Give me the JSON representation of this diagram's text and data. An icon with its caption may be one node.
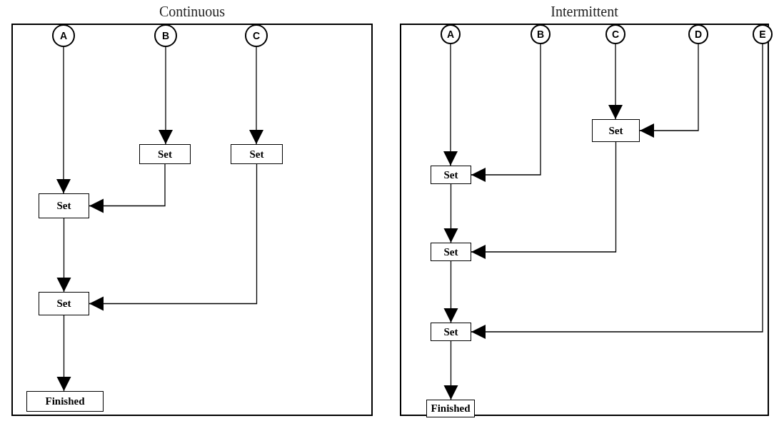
{
  "diagram": {
    "nodes": [
      {
        "text": [
          "Continuous"
        ]
      },
      {
        "text": [
          "A"
        ],
        "in": 0
      },
      {
        "text": [
          "B"
        ],
        "in": 0
      },
      {
        "text": [
          "C"
        ],
        "in": 0
      },
      {
        "text": [
          "Set"
        ],
        "in": 0
      },
      {
        "text": [
          "Set"
        ],
        "in": 0
      },
      {
        "text": [
          "Set"
        ],
        "in": 0
      },
      {
        "text": [
          "Set"
        ],
        "in": 0
      },
      {
        "text": [
          "Finished"
        ],
        "in": 0
      },
      {
        "text": [
          "Intermittent"
        ]
      },
      {
        "text": [
          "A"
        ],
        "in": 9
      },
      {
        "text": [
          "B"
        ],
        "in": 9
      },
      {
        "text": [
          "C"
        ],
        "in": 9
      },
      {
        "text": [
          "D"
        ],
        "in": 9
      },
      {
        "text": [
          "E"
        ],
        "in": 9
      },
      {
        "text": [
          "Set"
        ],
        "in": 9
      },
      {
        "text": [
          "Set"
        ],
        "in": 9
      },
      {
        "text": [
          "Set"
        ],
        "in": 9
      },
      {
        "text": [
          "Set"
        ],
        "in": 9
      },
      {
        "text": [
          "Finished"
        ],
        "in": 9
      }
    ],
    "edges": [
      {
        "from": 1,
        "to": 6,
        "arrow": "to"
      },
      {
        "from": 2,
        "to": 4,
        "arrow": "to"
      },
      {
        "from": 3,
        "to": 5,
        "arrow": "to"
      },
      {
        "from": 4,
        "to": 6,
        "arrow": "to"
      },
      {
        "from": 6,
        "to": 7,
        "arrow": "to"
      },
      {
        "from": 5,
        "to": 7,
        "arrow": "to"
      },
      {
        "from": 7,
        "to": 8,
        "arrow": "to"
      },
      {
        "from": 12,
        "to": 15,
        "arrow": "to"
      },
      {
        "from": 13,
        "to": 15,
        "arrow": "to"
      },
      {
        "from": 10,
        "to": 16,
        "arrow": "to"
      },
      {
        "from": 11,
        "to": 16,
        "arrow": "to"
      },
      {
        "from": 16,
        "to": 17,
        "arrow": "to"
      },
      {
        "from": 15,
        "to": 17,
        "arrow": "to"
      },
      {
        "from": 17,
        "to": 18,
        "arrow": "to"
      },
      {
        "from": 14,
        "to": 18,
        "arrow": "to"
      },
      {
        "from": 18,
        "to": 19,
        "arrow": "to"
      }
    ]
  }
}
